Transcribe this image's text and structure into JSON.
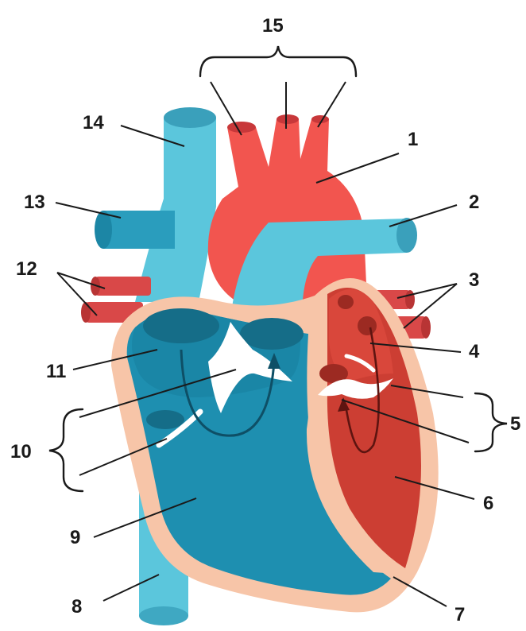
{
  "labels": {
    "l1": "1",
    "l2": "2",
    "l3": "3",
    "l4": "4",
    "l5": "5",
    "l6": "6",
    "l7": "7",
    "l8": "8",
    "l9": "9",
    "l10": "10",
    "l11": "11",
    "l12": "12",
    "l13": "13",
    "l14": "14",
    "l15": "15"
  },
  "colors": {
    "oxygenated_red": "#f2554f",
    "dark_red": "#d9453a",
    "deoxygenated_blue": "#5bc6dc",
    "dark_blue": "#1c7b9a",
    "wall_peach": "#f7c5a8",
    "valve_white": "#ffffff"
  }
}
